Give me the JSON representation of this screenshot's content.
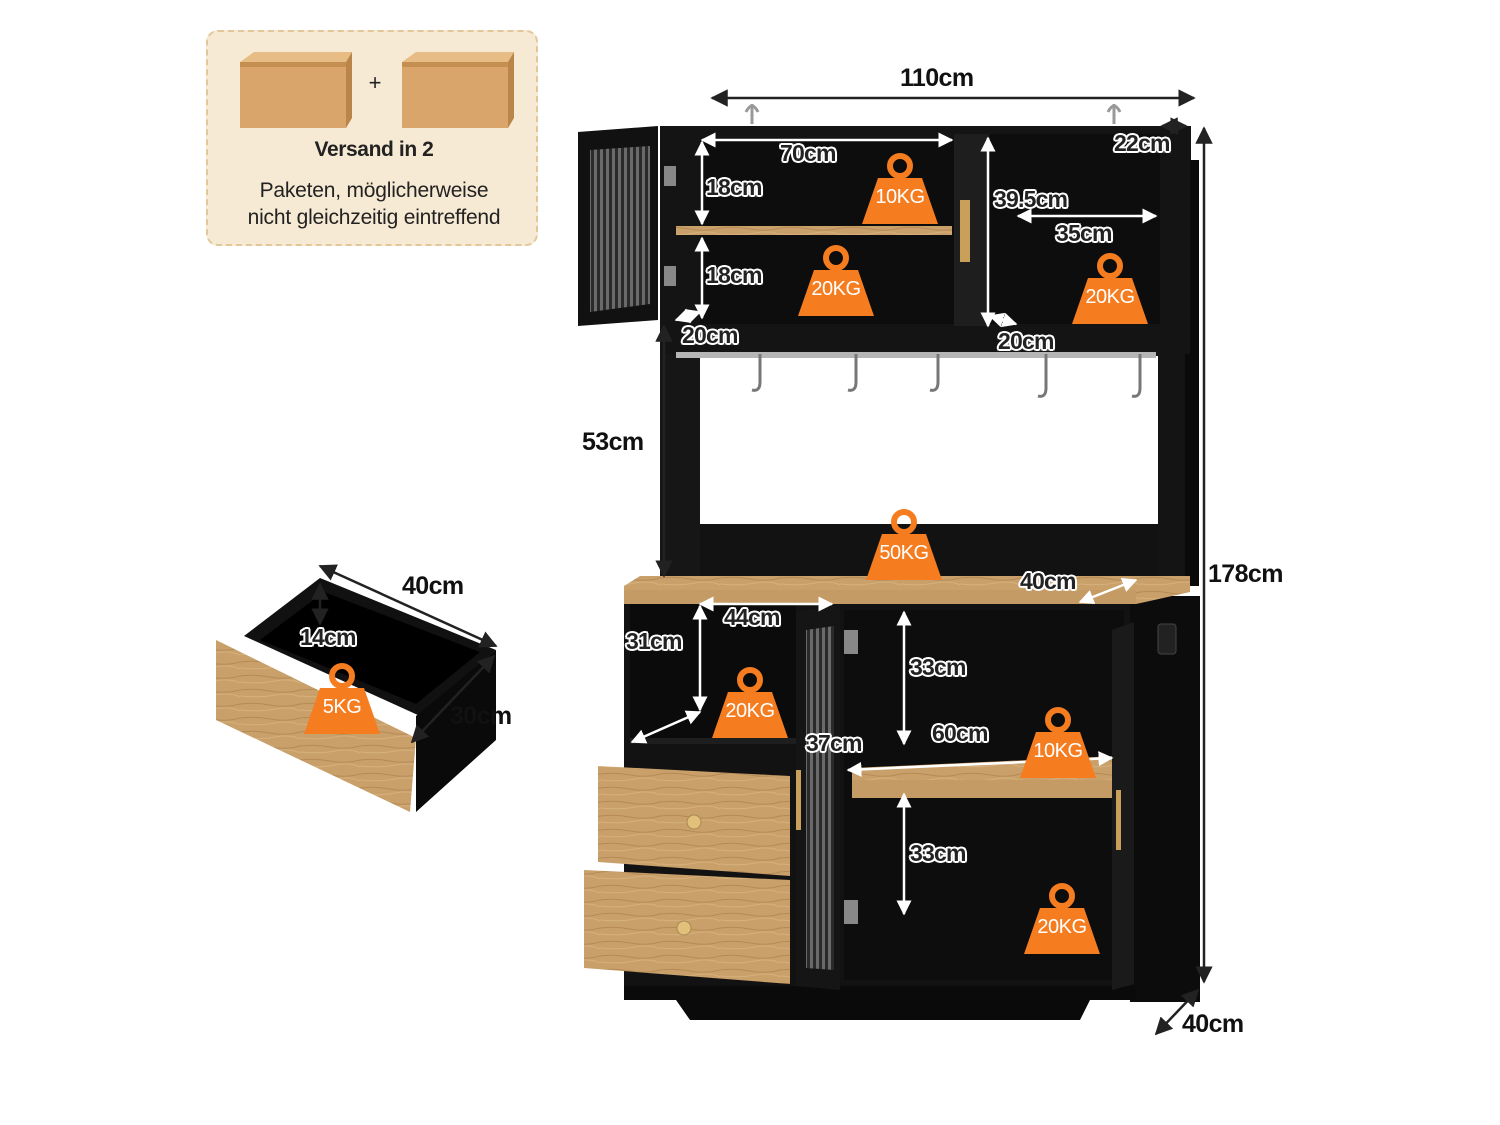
{
  "shipping": {
    "plus": "+",
    "title": "Versand in 2",
    "line1": "Paketen, möglicherweise",
    "line2": "nicht gleichzeitig eintreffend"
  },
  "dimensions": {
    "width": "110cm",
    "height": "178cm",
    "depth": "40cm",
    "top_depth": "22cm",
    "shelf_70": "70cm",
    "shelf_18_a": "18cm",
    "shelf_18_b": "18cm",
    "right_height": "39.5cm",
    "right_width": "35cm",
    "left_depth": "20cm",
    "right_depth": "20cm",
    "open_height": "53cm",
    "counter_depth": "40cm",
    "lower_left_width": "44cm",
    "lower_left_height": "31cm",
    "lower_right_height_a": "33cm",
    "lower_door_height": "37cm",
    "lower_shelf_width": "60cm",
    "lower_right_height_b": "33cm",
    "drawer_width": "40cm",
    "drawer_height": "14cm",
    "drawer_depth": "30cm"
  },
  "loads": {
    "top_shelf": "10KG",
    "top_bottom": "20KG",
    "top_right": "20KG",
    "counter": "50KG",
    "lower_left": "20KG",
    "lower_shelf": "10KG",
    "lower_bottom": "20KG",
    "drawer": "5KG"
  },
  "colors": {
    "cabinet": "#111111",
    "wood": "#c9a06a",
    "weight": "#f57c1f",
    "info_bg": "#f7ead4"
  }
}
